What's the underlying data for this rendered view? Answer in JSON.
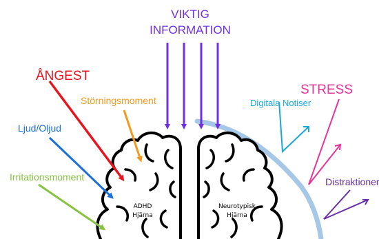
{
  "top_label": {
    "line1": "VIKTIG",
    "line2": "INFORMATION",
    "color": "#7030e0"
  },
  "left_labels": {
    "angest": {
      "text": "ÅNGEST",
      "color": "#e8141e"
    },
    "storningsmoment": {
      "text": "Störningsmoment",
      "color": "#f39a1e"
    },
    "ljud": {
      "text": "Ljud/Oljud",
      "color": "#1a6fd8"
    },
    "irritation": {
      "text": "Irritationsmoment",
      "color": "#86c340"
    }
  },
  "right_labels": {
    "notiser": {
      "text": "Digitala Notiser",
      "color": "#1aa7d8"
    },
    "stress": {
      "text": "STRESS",
      "color": "#e8349a"
    },
    "distraktioner": {
      "text": "Distraktioner",
      "color": "#6b2fa8"
    }
  },
  "brain": {
    "left_line1": "ADHD",
    "left_line2": "Hjärna",
    "right_line1": "Neurotypisk",
    "right_line2": "Hjärna"
  },
  "colors": {
    "shield": "#a6c8e6",
    "brain_outline": "#000000"
  }
}
